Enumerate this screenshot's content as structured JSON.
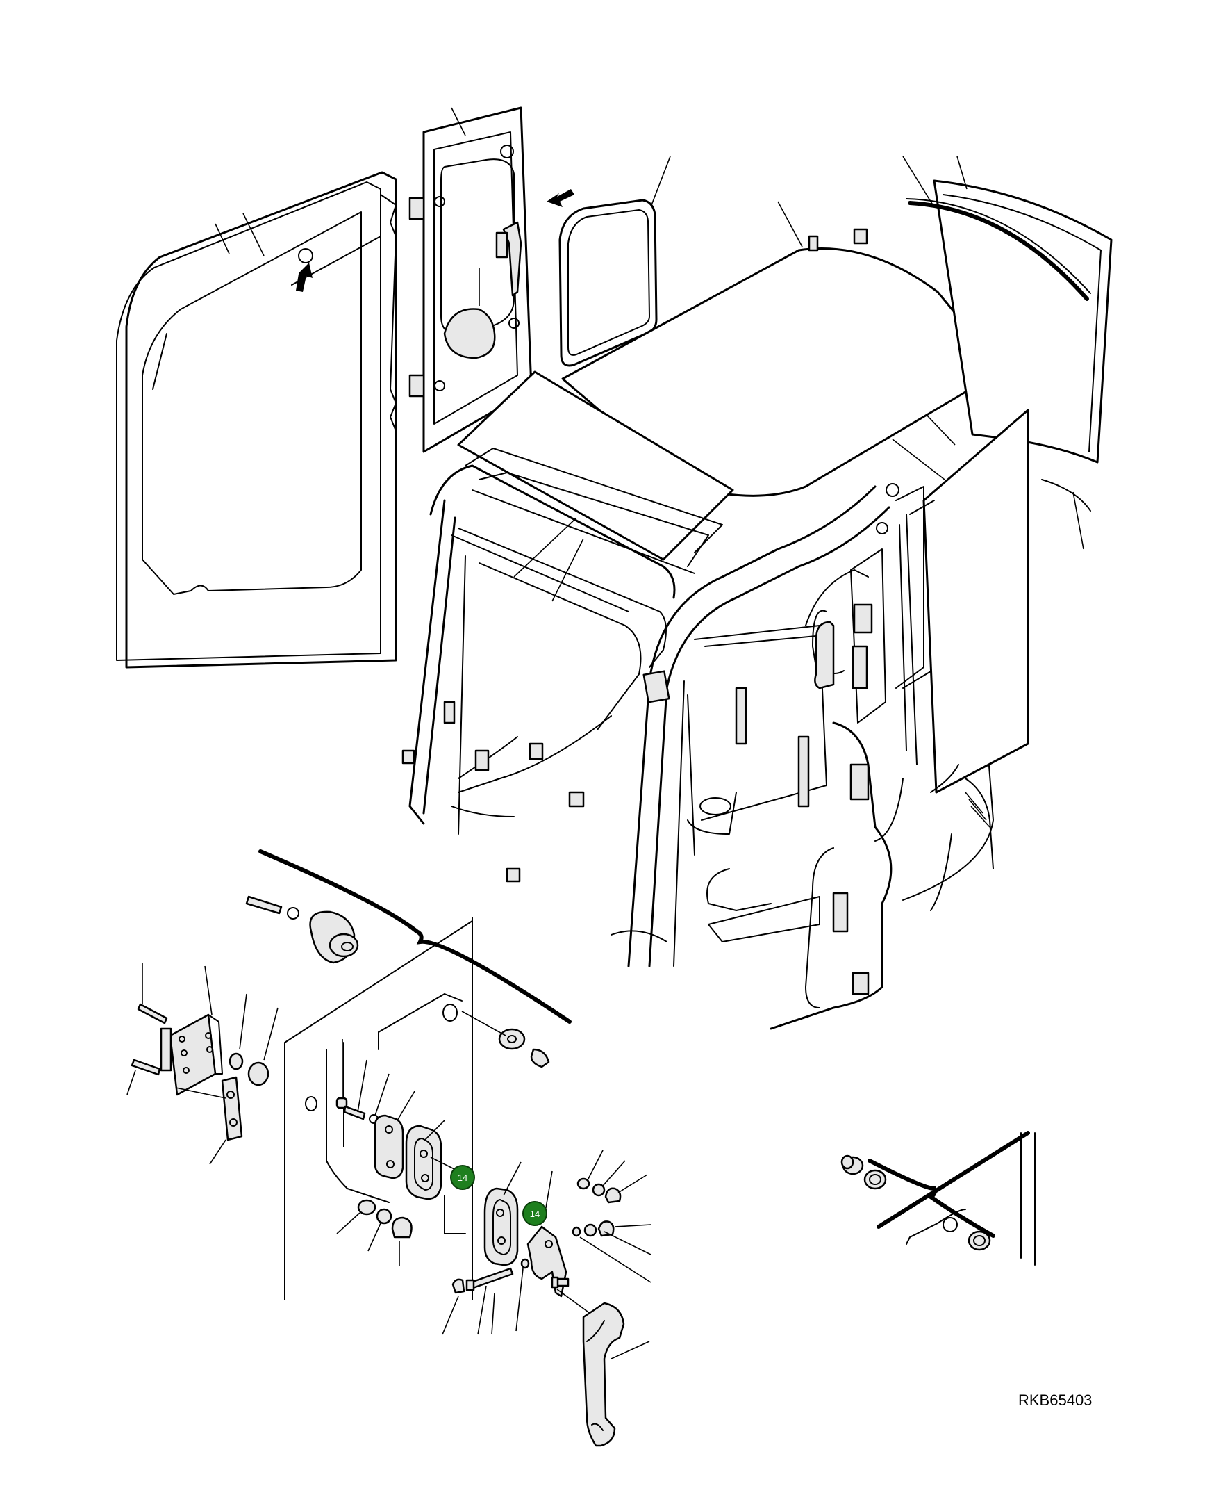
{
  "drawing": {
    "code": "RKB65403"
  },
  "callouts": [
    {
      "id": "callout-a",
      "label": "14"
    },
    {
      "id": "callout-b",
      "label": "14"
    }
  ],
  "colors": {
    "callout_fill": "#1e7f1e",
    "callout_stroke": "#0a3d0a",
    "line": "#000000",
    "background": "#ffffff"
  },
  "icons": [
    "arrow-icon",
    "arrow-icon"
  ]
}
